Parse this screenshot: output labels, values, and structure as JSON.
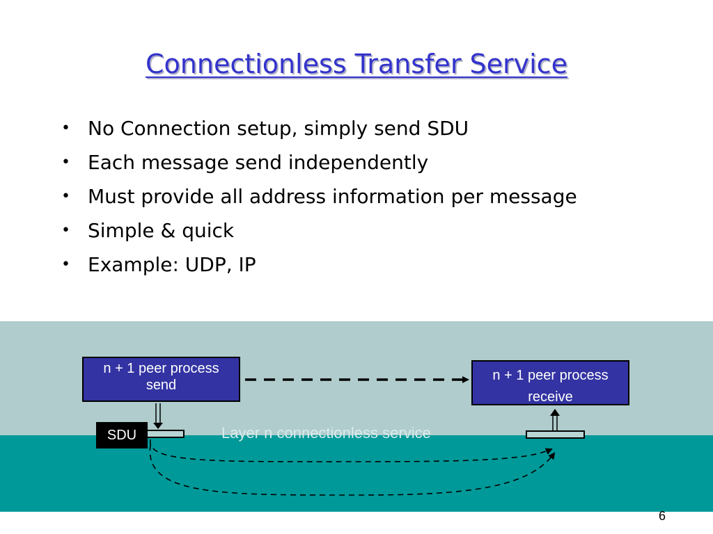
{
  "slide": {
    "title": "Connectionless Transfer Service",
    "bullets": [
      "No Connection setup, simply send SDU",
      "Each message send independently",
      "Must provide all address information per message",
      "Simple & quick",
      "Example:  UDP, IP"
    ],
    "bullet_marker": "•",
    "page_number": "6"
  },
  "diagram": {
    "sender": {
      "line1": "n + 1 peer process",
      "line2": "send"
    },
    "receiver": {
      "line1": "n + 1 peer process",
      "line2": "receive"
    },
    "sdu_label": "SDU",
    "service_label": "Layer n connectionless service",
    "colors": {
      "band_light": "#b0cccc",
      "band_dark": "#009999",
      "process_box": "#3333a3",
      "title": "#3333cc"
    }
  }
}
